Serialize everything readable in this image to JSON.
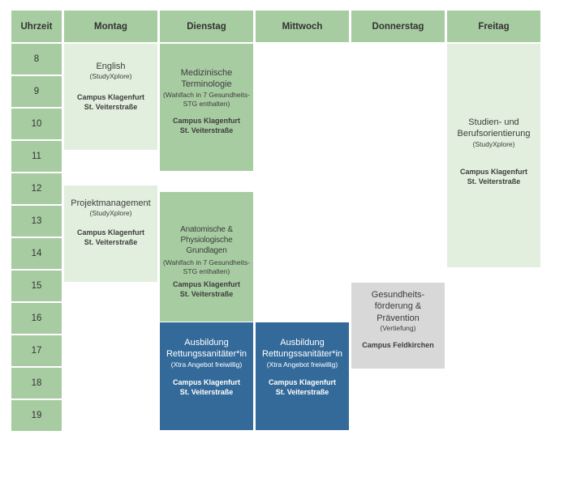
{
  "header": {
    "time_label": "Uhrzeit",
    "days": [
      "Montag",
      "Dienstag",
      "Mittwoch",
      "Donnerstag",
      "Freitag"
    ]
  },
  "times": [
    "8",
    "9",
    "10",
    "11",
    "12",
    "13",
    "14",
    "15",
    "16",
    "17",
    "18",
    "19"
  ],
  "events": {
    "english": {
      "day": "Montag",
      "title": "English",
      "subtitle": "(StudyXplore)",
      "location_line1": "Campus Klagenfurt",
      "location_line2": "St. Veiterstraße"
    },
    "projektmanagement": {
      "day": "Montag",
      "title": "Projektmanagement",
      "subtitle": "(StudyXplore)",
      "location_line1": "Campus Klagenfurt",
      "location_line2": "St. Veiterstraße"
    },
    "medizinische_terminologie": {
      "day": "Dienstag",
      "title": "Medizinische Terminologie",
      "subtitle": "(Wahlfach in 7 Gesundheits-STG enthalten)",
      "location_line1": "Campus Klagenfurt",
      "location_line2": "St. Veiterstraße"
    },
    "anatomische_grundlagen": {
      "day": "Dienstag",
      "title": "Anatomische & Physiologische Grundlagen",
      "subtitle": "(Wahlfach in 7 Gesundheits-STG enthalten)",
      "location_line1": "Campus Klagenfurt",
      "location_line2": "St. Veiterstraße"
    },
    "rettungssanitaeter_dienstag": {
      "day": "Dienstag",
      "title": "Ausbildung Rettungssanitäter*in",
      "subtitle": "(Xtra Angebot freiwillig)",
      "location_line1": "Campus Klagenfurt",
      "location_line2": "St. Veiterstraße"
    },
    "rettungssanitaeter_mittwoch": {
      "day": "Mittwoch",
      "title": "Ausbildung Rettungssanitäter*in",
      "subtitle": "(Xtra Angebot freiwillig)",
      "location_line1": "Campus Klagenfurt",
      "location_line2": "St. Veiterstraße"
    },
    "gesundheitsfoerderung": {
      "day": "Donnerstag",
      "title": "Gesundheits-förderung & Prävention",
      "subtitle": "(Vertiefung)",
      "location_line1": "Campus Feldkirchen"
    },
    "studien_berufsorientierung": {
      "day": "Freitag",
      "title": "Studien- und Berufsorientierung",
      "subtitle": "(StudyXplore)",
      "location_line1": "Campus Klagenfurt",
      "location_line2": "St. Veiterstraße"
    }
  },
  "colors": {
    "header_green": "#a8cca2",
    "light_green": "#e2efde",
    "medium_green": "#a8cca2",
    "blue": "#346a9a",
    "gray": "#d8d8d8",
    "background": "#ffffff"
  }
}
